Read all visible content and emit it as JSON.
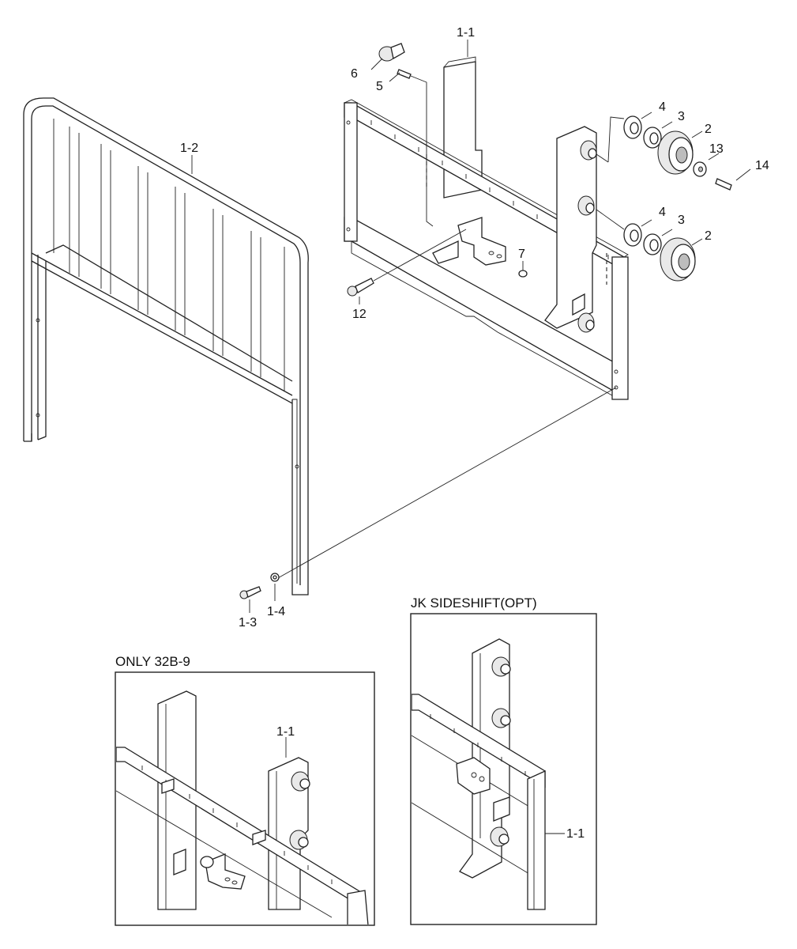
{
  "callouts": {
    "c11": "1-1",
    "c12": "1-2",
    "c13": "1-3",
    "c14": "1-4",
    "c2a": "2",
    "c2b": "2",
    "c3a": "3",
    "c3b": "3",
    "c4a": "4",
    "c4b": "4",
    "c5": "5",
    "c6": "6",
    "c7": "7",
    "c12b": "12",
    "c13b": "13",
    "c14b": "14"
  },
  "insets": {
    "only32b9": {
      "caption": "ONLY 32B-9",
      "callout": "1-1"
    },
    "jk": {
      "caption": "JK SIDESHIFT(OPT)",
      "callout": "1-1"
    }
  }
}
